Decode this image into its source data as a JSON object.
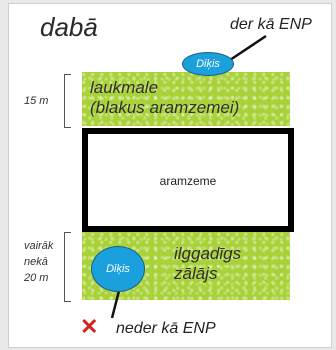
{
  "title": "dabā",
  "note_top": "der kā ENP",
  "note_bottom": "neder kā ENP",
  "band_top": {
    "label_line1": "laukmale",
    "label_line2": "(blakus aramzemei)"
  },
  "band_bottom": {
    "label_line1": "ilggadīgs",
    "label_line2": "zālājs"
  },
  "field_label": "aramzeme",
  "dim_top": "15 m",
  "dim_bottom": {
    "line1": "vairāk",
    "line2": "nekā",
    "line3": "20 m"
  },
  "bush_top": "Dīķis",
  "bush_bottom": "Dīķis",
  "colors": {
    "green": "#a9d23a",
    "pond": "#1aa0dc",
    "cross": "#d32020"
  },
  "icons": {
    "cross": "cross-icon"
  }
}
